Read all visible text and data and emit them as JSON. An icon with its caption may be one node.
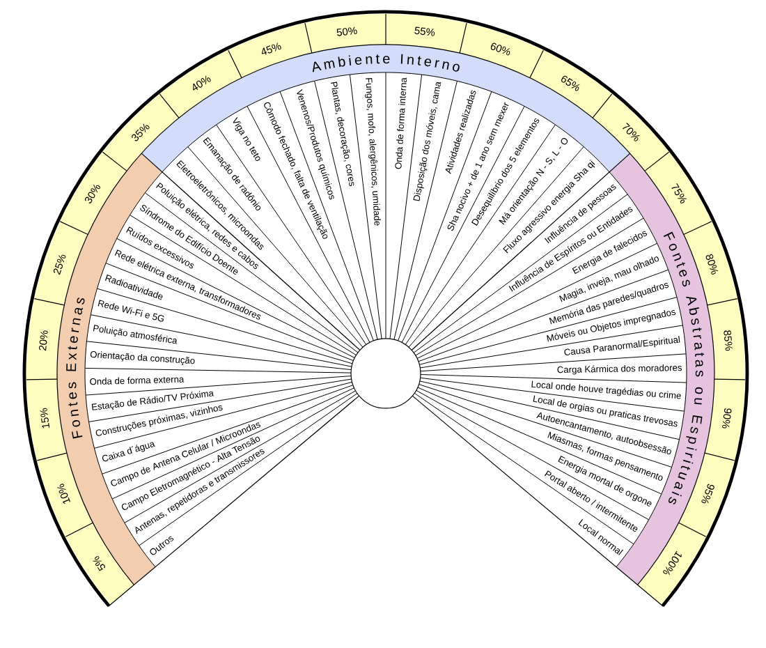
{
  "diagram": {
    "nodes": [
      {
        "text": [
          "Fontes Externas"
        ]
      },
      {
        "text": [
          "Outros"
        ]
      },
      {
        "text": [
          "Antenas, repetidoras e transmissores"
        ]
      },
      {
        "text": [
          "Campo Eletromagnético - Alta Tensão"
        ]
      },
      {
        "text": [
          "Campo de Antena Celular / Microondas"
        ]
      },
      {
        "text": [
          "Caixa d´água"
        ]
      },
      {
        "text": [
          "Construções próximas, vizinhos"
        ]
      },
      {
        "text": [
          "Estação de Rádio/TV Próxima"
        ]
      },
      {
        "text": [
          "Onda de forma externa"
        ]
      },
      {
        "text": [
          "Orientação da construção"
        ]
      },
      {
        "text": [
          "Poluição atmosférica"
        ]
      },
      {
        "text": [
          "Rede Wi-Fi e 5G"
        ]
      },
      {
        "text": [
          "Radioatividade"
        ]
      },
      {
        "text": [
          "Rede elétrica externa, transformadores"
        ]
      },
      {
        "text": [
          "Ruídos excessivos"
        ]
      },
      {
        "text": [
          "Síndrome do Edifício Doente"
        ]
      },
      {
        "text": [
          "Poluição elétrica, redes e cabos"
        ]
      },
      {
        "text": [
          "Ambiente Interno"
        ]
      },
      {
        "text": [
          "Eletroeletrônicos, microondas"
        ]
      },
      {
        "text": [
          "Emanação de radônio"
        ]
      },
      {
        "text": [
          "Viga no teto"
        ]
      },
      {
        "text": [
          "Cômodo fechado, falta de ventilação"
        ]
      },
      {
        "text": [
          "Venenos/Produtos químicos"
        ]
      },
      {
        "text": [
          "Plantas, decoração, cores"
        ]
      },
      {
        "text": [
          "Fungos, mofo, alergênicos, umidade"
        ]
      },
      {
        "text": [
          "Onda de forma interna"
        ]
      },
      {
        "text": [
          "Disposição dos móveis, cama"
        ]
      },
      {
        "text": [
          "Atividades realizadas"
        ]
      },
      {
        "text": [
          "Sha nocivo + de 1 ano sem mexer"
        ]
      },
      {
        "text": [
          "Desequilíbrio dos 5 elementos"
        ]
      },
      {
        "text": [
          "Má orientação N - S, L - O"
        ]
      },
      {
        "text": [
          "Fluxo agressivo energia Sha qi"
        ]
      },
      {
        "text": [
          "Fontes Abstratas ou Espirituais"
        ]
      },
      {
        "text": [
          "Influência de pessoas"
        ]
      },
      {
        "text": [
          "Influência de Espíritos ou Entidades"
        ]
      },
      {
        "text": [
          "Energia de falecidos"
        ]
      },
      {
        "text": [
          "Magia, inveja, mau olhado"
        ]
      },
      {
        "text": [
          "Memória das paredes/quadros"
        ]
      },
      {
        "text": [
          "Móveis ou Objetos impregnados"
        ]
      },
      {
        "text": [
          "Causa Paranormal/Espiritual"
        ]
      },
      {
        "text": [
          "Carga Kármica dos moradores"
        ]
      },
      {
        "text": [
          "Local onde houve tragédias ou crime"
        ]
      },
      {
        "text": [
          "Local de orgias ou praticas trevosas"
        ]
      },
      {
        "text": [
          "Autoencantamento, autoobsessão"
        ]
      },
      {
        "text": [
          "Miasmas, formas pensamento"
        ]
      },
      {
        "text": [
          "Energia mortal de orgone"
        ]
      },
      {
        "text": [
          "Portal aberto / intermitente"
        ]
      },
      {
        "text": [
          "Local normal"
        ]
      }
    ],
    "labels": [
      "5%",
      "10%",
      "15%",
      "20%",
      "25%",
      "30%",
      "35%",
      "40%",
      "45%",
      "50%",
      "55%",
      "60%",
      "65%",
      "70%",
      "75%",
      "80%",
      "85%",
      "90%",
      "95%",
      "100%"
    ]
  }
}
